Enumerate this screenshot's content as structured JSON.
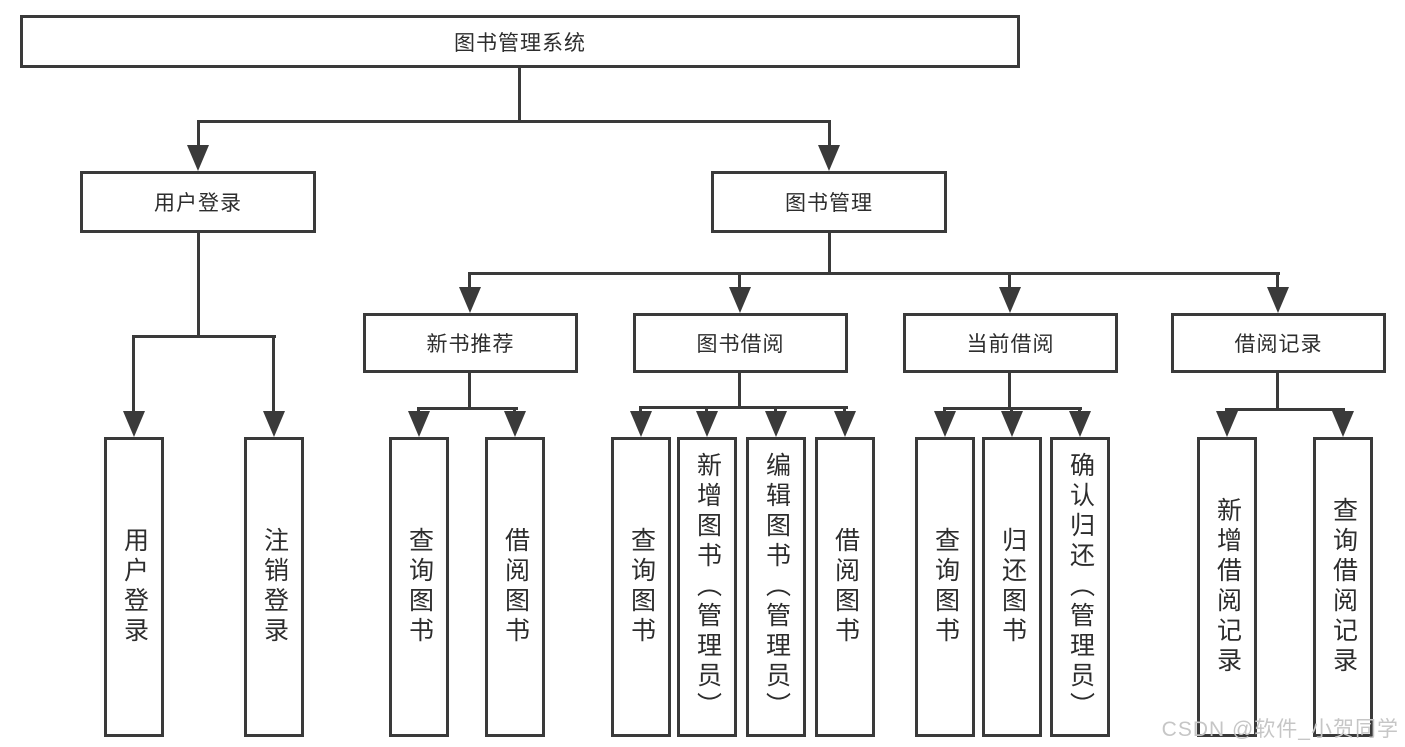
{
  "diagram": {
    "type": "hierarchy-tree",
    "root": {
      "label": "图书管理系统"
    },
    "level2": [
      {
        "label": "用户登录"
      },
      {
        "label": "图书管理"
      }
    ],
    "level3": [
      {
        "label": "新书推荐"
      },
      {
        "label": "图书借阅"
      },
      {
        "label": "当前借阅"
      },
      {
        "label": "借阅记录"
      }
    ],
    "leaves": {
      "user_login": [
        "用户登录",
        "注销登录"
      ],
      "new_book": [
        "查询图书",
        "借阅图书"
      ],
      "book_borrow": [
        "查询图书",
        "新增图书（管理员）",
        "编辑图书（管理员）",
        "借阅图书"
      ],
      "current_borrow": [
        "查询图书",
        "归还图书",
        "确认归还（管理员）"
      ],
      "records": [
        "新增借阅记录",
        "查询借阅记录"
      ]
    },
    "watermark": "CSDN @软件_小贺同学",
    "colors": {
      "line": "#3a3a3a",
      "box_fill": "#ffffff",
      "text": "#2d2d2d",
      "watermark": "#c6c6c6",
      "background": "#ffffff"
    }
  }
}
